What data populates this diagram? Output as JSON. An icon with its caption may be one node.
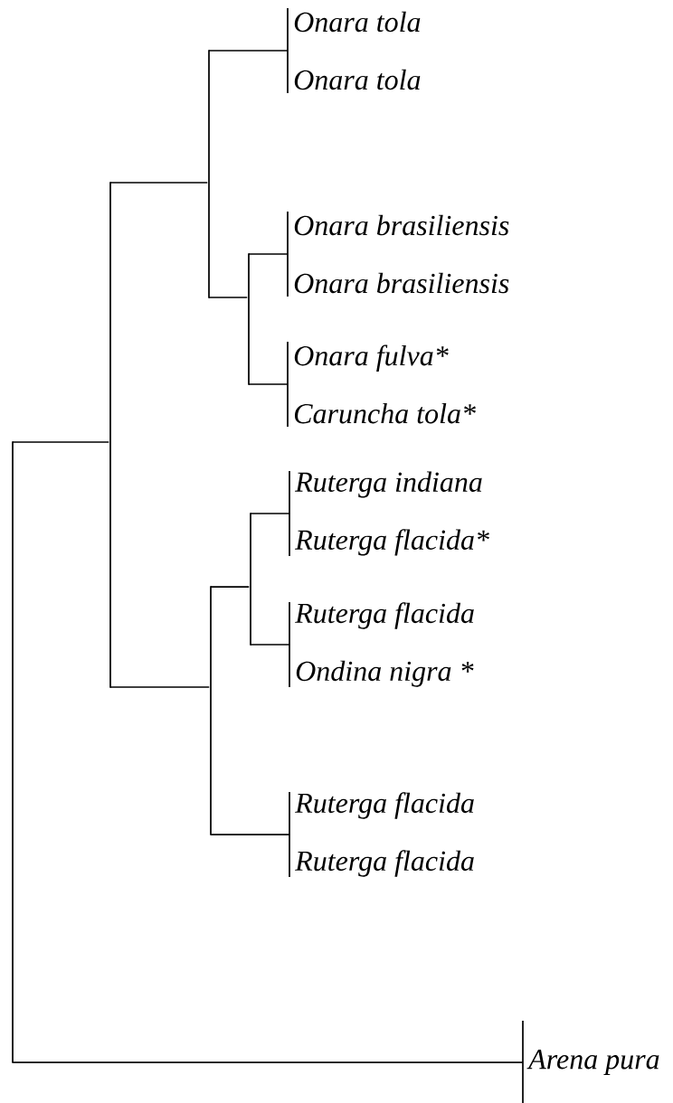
{
  "diagram": {
    "nodes": [
      {
        "text": [],
        "shape": "bar"
      },
      {
        "text": [],
        "shape": "bar"
      },
      {
        "text": [],
        "shape": "bar"
      },
      {
        "text": [
          "Onara tola",
          "Onara tola"
        ]
      },
      {
        "text": [],
        "shape": "bar"
      },
      {
        "text": [
          "Onara brasiliensis",
          "Onara brasiliensis"
        ]
      },
      {
        "text": [
          "Onara fulva*",
          "Caruncha tola*"
        ]
      },
      {
        "text": [],
        "shape": "bar"
      },
      {
        "text": [],
        "shape": "bar"
      },
      {
        "text": [
          "Ruterga indiana",
          "Ruterga flacida*"
        ]
      },
      {
        "text": [
          "Ruterga flacida",
          "Ondina nigra *"
        ]
      },
      {
        "text": [
          "Ruterga flacida",
          "Ruterga flacida"
        ]
      },
      {
        "text": [
          "Arena pura"
        ]
      }
    ],
    "edges": [
      {
        "from": 0,
        "to": 1,
        "arrow": "none"
      },
      {
        "from": 0,
        "to": 12,
        "arrow": "none"
      },
      {
        "from": 1,
        "to": 2,
        "arrow": "none"
      },
      {
        "from": 1,
        "to": 7,
        "arrow": "none"
      },
      {
        "from": 2,
        "to": 3,
        "arrow": "none"
      },
      {
        "from": 2,
        "to": 4,
        "arrow": "none"
      },
      {
        "from": 4,
        "to": 5,
        "arrow": "none"
      },
      {
        "from": 4,
        "to": 6,
        "arrow": "none"
      },
      {
        "from": 7,
        "to": 8,
        "arrow": "none"
      },
      {
        "from": 7,
        "to": 11,
        "arrow": "none"
      },
      {
        "from": 8,
        "to": 9,
        "arrow": "none"
      },
      {
        "from": 8,
        "to": 10,
        "arrow": "none"
      }
    ]
  }
}
